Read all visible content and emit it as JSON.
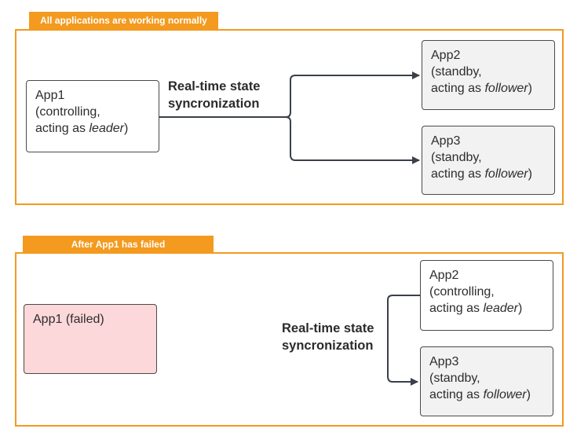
{
  "panel_top": {
    "tab": "All applications are working normally",
    "link_label": [
      "Real-time state",
      "syncronization"
    ],
    "app1": {
      "title": "App1",
      "line2": "(controlling,",
      "line3_pre": "acting as ",
      "line3_em": "leader",
      "line3_post": ")"
    },
    "app2": {
      "title": "App2",
      "line2": "(standby,",
      "line3_pre": "acting as ",
      "line3_em": "follower",
      "line3_post": ")"
    },
    "app3": {
      "title": "App3",
      "line2": "(standby,",
      "line3_pre": "acting as ",
      "line3_em": "follower",
      "line3_post": ")"
    }
  },
  "panel_bottom": {
    "tab": "After App1 has failed",
    "link_label": [
      "Real-time state",
      "syncronization"
    ],
    "app1": {
      "title": "App1 (failed)"
    },
    "app2": {
      "title": "App2",
      "line2": "(controlling,",
      "line3_pre": "acting as ",
      "line3_em": "leader",
      "line3_post": ")"
    },
    "app3": {
      "title": "App3",
      "line2": "(standby,",
      "line3_pre": "acting as ",
      "line3_em": "follower",
      "line3_post": ")"
    }
  },
  "colors": {
    "accent": "#f39a1f",
    "failed_fill": "#fdd8da",
    "standby_fill": "#f2f2f3",
    "connector": "#3a3f4a"
  }
}
